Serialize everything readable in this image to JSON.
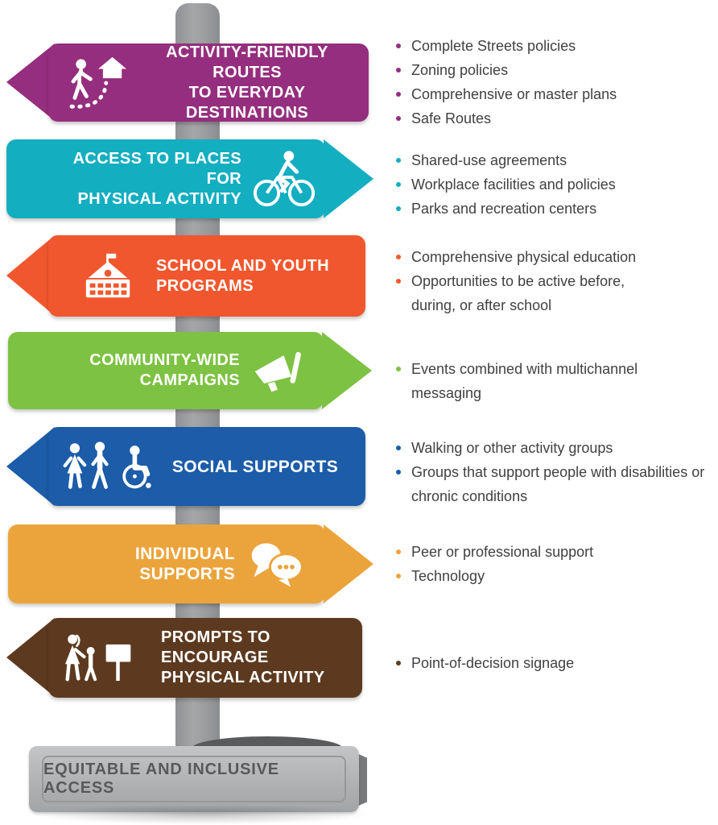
{
  "figure": {
    "kind": "signpost-infographic",
    "text_color": "#414042",
    "pole_color": "#97999C",
    "base": {
      "label": "EQUITABLE AND INCLUSIVE ACCESS",
      "face_color": "#B3B5B7",
      "text_color": "#58595B"
    },
    "signs": [
      {
        "direction": "left",
        "color": "#952E7E",
        "icon": "pedestrian-path-to-house-icon",
        "label_lines": [
          "ACTIVITY-FRIENDLY ROUTES",
          "TO EVERYDAY DESTINATIONS"
        ],
        "bullets": [
          "Complete Streets policies",
          "Zoning policies",
          "Comprehensive or master plans",
          "Safe Routes"
        ]
      },
      {
        "direction": "right",
        "color": "#14AEC1",
        "icon": "cyclist-icon",
        "label_lines": [
          "ACCESS TO PLACES FOR",
          "PHYSICAL ACTIVITY"
        ],
        "bullets": [
          "Shared-use agreements",
          "Workplace facilities and policies",
          "Parks and recreation centers"
        ]
      },
      {
        "direction": "left",
        "color": "#F1572E",
        "icon": "school-building-icon",
        "label_lines": [
          "SCHOOL AND YOUTH",
          "PROGRAMS"
        ],
        "bullets": [
          "Comprehensive physical education",
          "Opportunities to be active before, during, or after school"
        ]
      },
      {
        "direction": "right",
        "color": "#7DC242",
        "icon": "megaphone-icon",
        "label_lines": [
          "COMMUNITY-WIDE",
          "CAMPAIGNS"
        ],
        "bullets": [
          "Events combined with multichannel messaging"
        ]
      },
      {
        "direction": "left",
        "color": "#1C5CA8",
        "icon": "people-walking-wheelchair-icon",
        "label_lines": [
          "SOCIAL SUPPORTS"
        ],
        "bullets": [
          "Walking or other activity groups",
          "Groups that support people with disabilities or chronic conditions"
        ]
      },
      {
        "direction": "right",
        "color": "#EBA43C",
        "icon": "chat-bubbles-icon",
        "label_lines": [
          "INDIVIDUAL SUPPORTS"
        ],
        "bullets": [
          "Peer or professional support",
          "Technology"
        ]
      },
      {
        "direction": "left",
        "color": "#5D3A1F",
        "icon": "adult-child-signpost-icon",
        "label_lines": [
          "PROMPTS TO ENCOURAGE",
          "PHYSICAL ACTIVITY"
        ],
        "bullets": [
          "Point-of-decision signage"
        ]
      }
    ]
  }
}
